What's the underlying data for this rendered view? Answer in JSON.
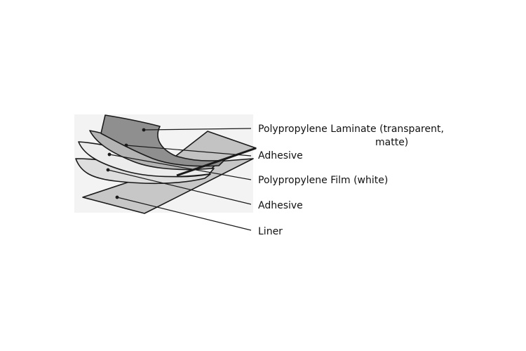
{
  "labels": {
    "laminate_line1": "Polypropylene Laminate (transparent,",
    "laminate_line2": "matte)",
    "adhesive_top": "Adhesive",
    "film": "Polypropylene Film (white)",
    "adhesive_bottom": "Adhesive",
    "liner": "Liner"
  },
  "colors": {
    "laminate": "#8f8f8f",
    "adhesive_top": "#b4b4b4",
    "film": "#ececec",
    "adhesive_bottom": "#dedede",
    "liner": "#c7c7c7",
    "background_panel": "#f3f3f3",
    "outline": "#1a1a1a"
  }
}
